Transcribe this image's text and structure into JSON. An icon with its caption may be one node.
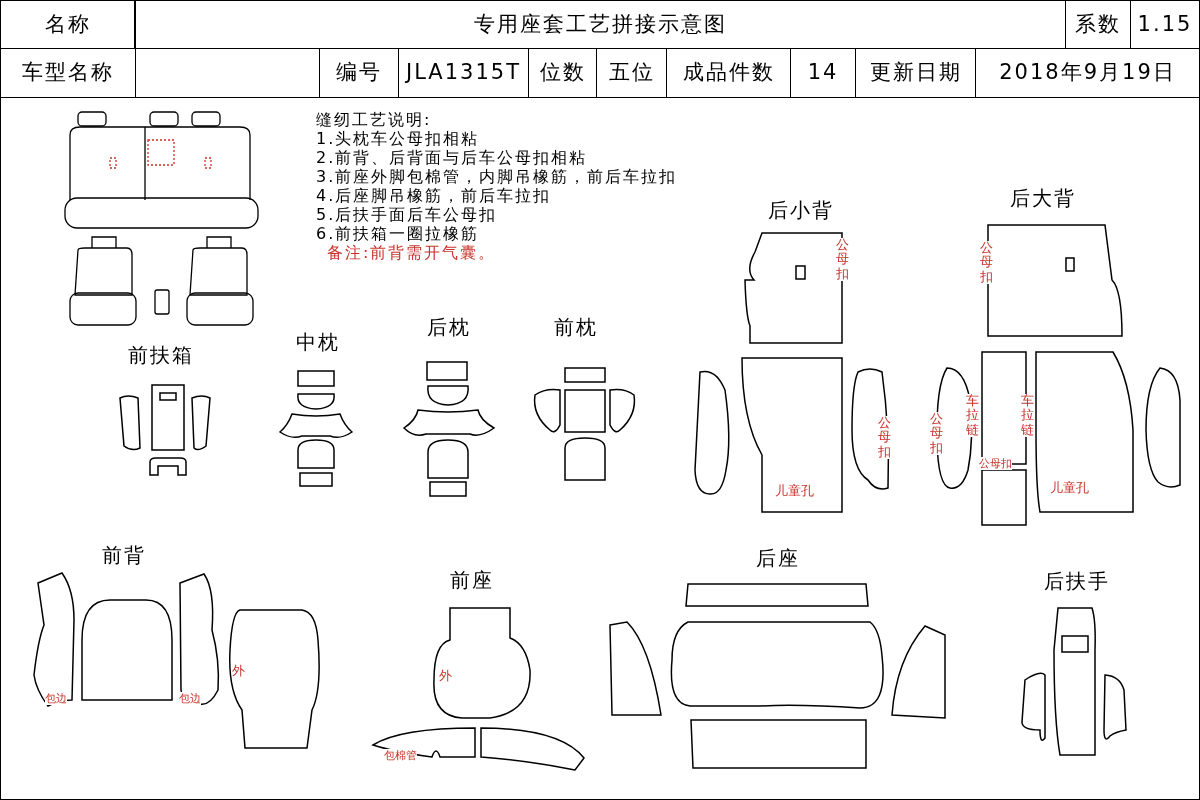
{
  "diagram": {
    "labels": [
      "名称",
      "专用座套工艺拼接示意图",
      "系数",
      "1.15",
      "车型名称",
      "编号",
      "JLA1315T",
      "位数",
      "五位",
      "成品件数",
      "14",
      "更新日期",
      "2018年9月19日",
      "缝纫工艺说明:",
      "1.头枕车公母扣相粘",
      "2.前背、后背面与后车公母扣相粘",
      "3.前座外脚包棉管，内脚吊橡筋，前后车拉扣",
      "4.后座脚吊橡筋，前后车拉扣",
      "5.后扶手面后车公母扣",
      "6.前扶箱一圈拉橡筋",
      "备注:前背需开气囊。",
      "后小背",
      "后大背",
      "公母扣",
      "公母扣",
      "前扶箱",
      "中枕",
      "后枕",
      "前枕",
      "公母扣",
      "车拉链",
      "公母扣",
      "车拉链",
      "公母扣",
      "儿童孔",
      "儿童孔",
      "前背",
      "前座",
      "后座",
      "后扶手",
      "外",
      "包边",
      "包边",
      "外",
      "包棉管"
    ]
  }
}
